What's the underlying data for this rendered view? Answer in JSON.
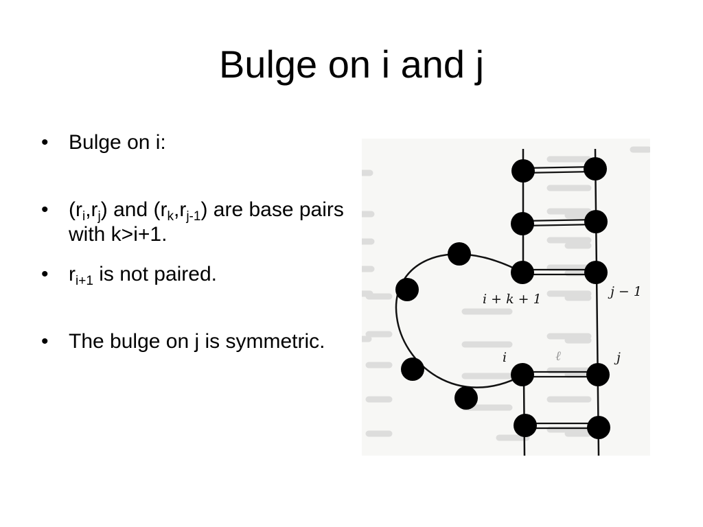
{
  "slide": {
    "title": "Bulge on i and j",
    "bullets": [
      {
        "segments": [
          {
            "text": "Bulge on i:"
          }
        ]
      },
      {
        "segments": [
          {
            "text": "(r"
          },
          {
            "sub": "i"
          },
          {
            "text": ",r"
          },
          {
            "sub": "j"
          },
          {
            "text": ") and (r"
          },
          {
            "sub": "k"
          },
          {
            "text": ",r"
          },
          {
            "sub": "j-1"
          },
          {
            "text": ") are base pairs with k>i+1."
          }
        ]
      },
      {
        "segments": [
          {
            "text": "r"
          },
          {
            "sub": "i+1"
          },
          {
            "text": " is not paired."
          }
        ]
      },
      {
        "segments": [
          {
            "text": "The bulge on j is symmetric."
          }
        ]
      }
    ]
  },
  "figure": {
    "labels": {
      "i_plus_k_plus_1": "i + k + 1",
      "j_minus_1": "j − 1",
      "i": "i",
      "j": "j",
      "l": "ℓ"
    },
    "colors": {
      "nucleotide": "#000000",
      "backbone": "#111111",
      "scan_background": "#f7f7f5",
      "bleed_text": "#b9b9b9"
    }
  }
}
